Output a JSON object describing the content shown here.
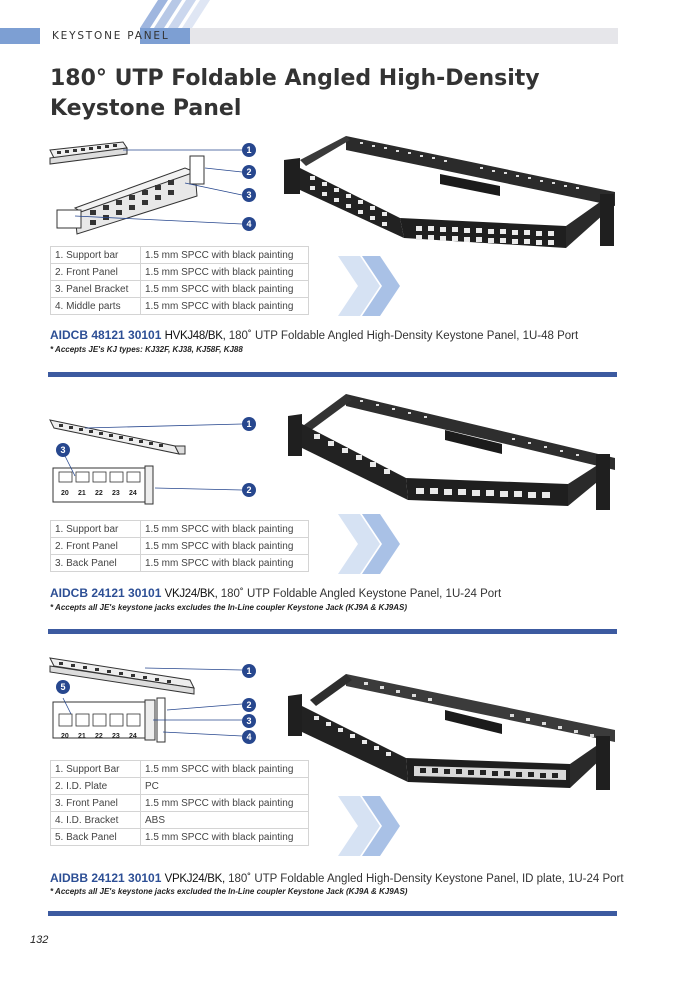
{
  "header": {
    "section_label": "KEYSTONE PANEL",
    "accent_color": "#7d9fd3",
    "bar_color": "#e6e6ea"
  },
  "page_title": "180° UTP Foldable Angled High-Density Keystone Panel",
  "page_number": "132",
  "products": [
    {
      "callouts": [
        "1",
        "2",
        "3",
        "4"
      ],
      "specs": [
        {
          "part": "1. Support bar",
          "material": "1.5 mm SPCC with black painting"
        },
        {
          "part": "2. Front Panel",
          "material": "1.5 mm SPCC with black painting"
        },
        {
          "part": "3. Panel Bracket",
          "material": "1.5 mm SPCC with black painting"
        },
        {
          "part": "4. Middle parts",
          "material": "1.5 mm SPCC with black painting"
        }
      ],
      "code": "AIDCB 48121 30101",
      "model": "HVKJ48/BK,",
      "description": "180˚ UTP Foldable Angled High-Density Keystone Panel, 1U-48 Port",
      "note": "* Accepts JE's KJ types: KJ32F, KJ38, KJ58F, KJ88"
    },
    {
      "callouts": [
        "1",
        "3",
        "2"
      ],
      "port_labels": [
        "20",
        "21",
        "22",
        "23",
        "24"
      ],
      "specs": [
        {
          "part": "1. Support bar",
          "material": "1.5 mm SPCC with black painting"
        },
        {
          "part": "2. Front Panel",
          "material": "1.5 mm SPCC with black painting"
        },
        {
          "part": "3. Back Panel",
          "material": "1.5 mm SPCC with black painting"
        }
      ],
      "code": "AIDCB 24121 30101",
      "model": "VKJ24/BK,",
      "description": "180˚ UTP Foldable Angled Keystone Panel, 1U-24 Port",
      "note": "* Accepts all JE's keystone jacks excludes the In-Line coupler Keystone Jack (KJ9A & KJ9AS)"
    },
    {
      "callouts": [
        "1",
        "5",
        "2",
        "3",
        "4"
      ],
      "port_labels": [
        "20",
        "21",
        "22",
        "23",
        "24"
      ],
      "specs": [
        {
          "part": "1. Support Bar",
          "material": "1.5 mm SPCC with black painting"
        },
        {
          "part": "2. I.D. Plate",
          "material": "PC"
        },
        {
          "part": "3. Front Panel",
          "material": "1.5 mm SPCC with black painting"
        },
        {
          "part": "4. I.D. Bracket",
          "material": "ABS"
        },
        {
          "part": "5. Back Panel",
          "material": "1.5 mm SPCC with black painting"
        }
      ],
      "code": "AIDBB 24121 30101",
      "model": "VPKJ24/BK,",
      "description": "180˚ UTP Foldable Angled High-Density Keystone Panel, ID plate, 1U-24 Port",
      "note": "* Accepts all JE's keystone jacks excluded the In-Line coupler Keystone Jack (KJ9A & KJ9AS)"
    }
  ]
}
